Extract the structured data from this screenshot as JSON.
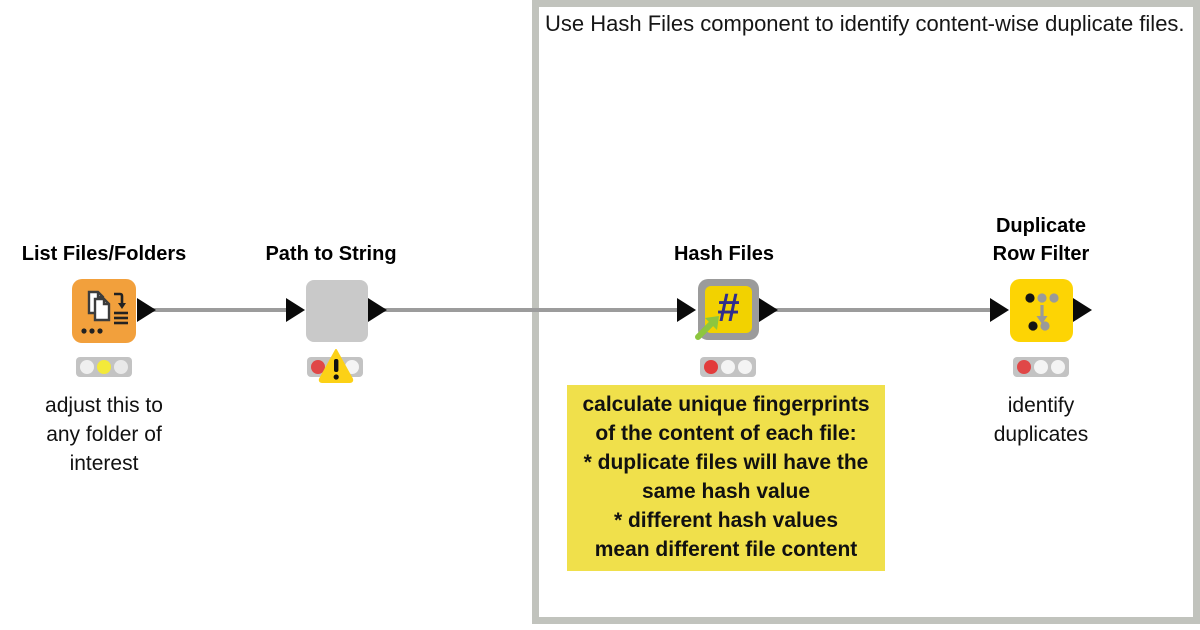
{
  "annotation": {
    "text": "Use Hash Files component to identify content-wise duplicate files."
  },
  "colors": {
    "edge": "#9c9c9c",
    "annotation_border": "#c1c3bd",
    "port": "#0a0a0a",
    "traffic_bar": "#c3c3c3",
    "comment_highlight": "#f0e04b"
  },
  "nodes": {
    "list_files": {
      "title": "List Files/Folders",
      "caption": "adjust this to\nany folder of\ninterest",
      "body_color": "#f2a03c",
      "lights": [
        "#efefef",
        "#f3e93a",
        "#e9e9e9"
      ]
    },
    "path_to_string": {
      "title": "Path to String",
      "body_color": "#c9c9c9",
      "warning_mark": "!",
      "lights": [
        "#e04747",
        "#efefef",
        "#f4f4f4"
      ]
    },
    "hash_files": {
      "title": "Hash Files",
      "glyph": "#",
      "body_color": "#9b9b9b",
      "inner_color": "#f2d200",
      "glyph_color": "#312e8c",
      "lights": [
        "#e23b3b",
        "#f4f4f4",
        "#f4f4f4"
      ],
      "comment": "calculate unique fingerprints\nof the content of each file:\n* duplicate files will have the\nsame hash value\n* different hash values\nmean different file content"
    },
    "duplicate_row_filter": {
      "title": "Duplicate\nRow Filter",
      "caption": "identify duplicates",
      "body_color": "#fdd404",
      "lights": [
        "#e04747",
        "#f4f4f4",
        "#f4f4f4"
      ]
    }
  }
}
